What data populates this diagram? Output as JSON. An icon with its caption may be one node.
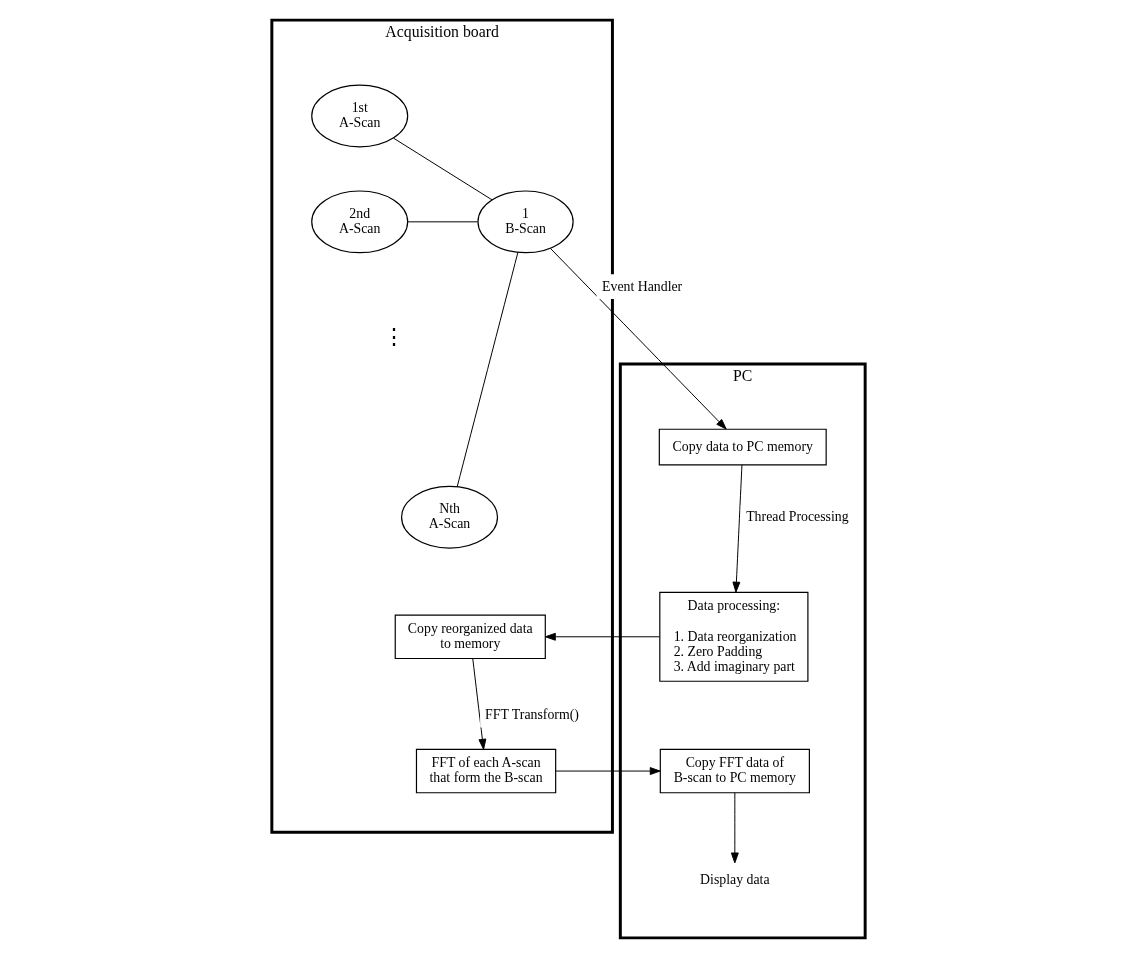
{
  "diagram": {
    "nodes": [
      {
        "text": [
          "Acquisition board"
        ]
      },
      {
        "text": [
          "1st A-Scan"
        ],
        "in": 0
      },
      {
        "text": [
          "2nd A-Scan"
        ],
        "in": 0
      },
      {
        "text": [
          "Nth A-Scan"
        ],
        "in": 0
      },
      {
        "text": [
          "1 B-Scan"
        ],
        "in": 0
      },
      {
        "text": [
          "Copy reorganized data to memory"
        ],
        "in": 0
      },
      {
        "text": [
          "FFT of each A-scan that form the B-scan"
        ],
        "in": 0
      },
      {
        "text": [
          "PC"
        ]
      },
      {
        "text": [
          "Copy data to PC memory"
        ],
        "in": 7
      },
      {
        "text": [
          "Data processing:",
          "1. Data reorganization",
          "2. Zero Padding",
          "3. Add imaginary part"
        ],
        "in": 7
      },
      {
        "text": [
          "Copy FFT data of B-scan to PC memory"
        ],
        "in": 7
      },
      {
        "text": [
          "Display data"
        ],
        "in": 7
      }
    ],
    "edges": [
      {
        "from": 1,
        "to": 4,
        "arrow": "none"
      },
      {
        "from": 2,
        "to": 4,
        "arrow": "none"
      },
      {
        "from": 3,
        "to": 4,
        "arrow": "none"
      },
      {
        "from": 4,
        "to": 8,
        "arrow": "to",
        "label": "Event Handler"
      },
      {
        "from": 8,
        "to": 9,
        "arrow": "to",
        "label": "Thread Processing"
      },
      {
        "from": 9,
        "to": 5,
        "arrow": "to"
      },
      {
        "from": 5,
        "to": 6,
        "arrow": "to",
        "label": "FFT Transform()"
      },
      {
        "from": 6,
        "to": 10,
        "arrow": "to"
      },
      {
        "from": 10,
        "to": 11,
        "arrow": "to"
      }
    ],
    "labels": [
      "⋮"
    ]
  }
}
